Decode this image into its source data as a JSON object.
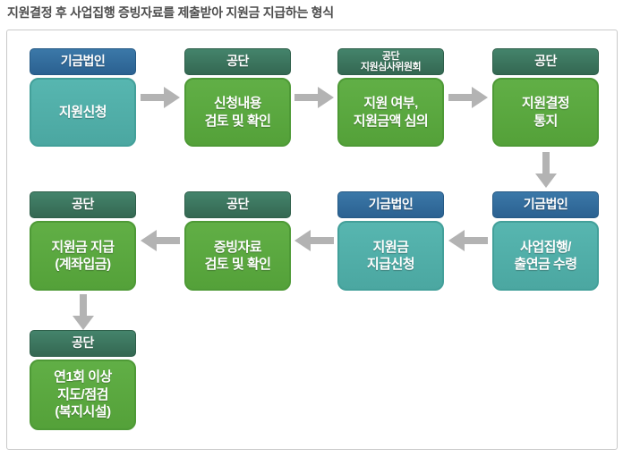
{
  "page": {
    "title": "지원결정 후 사업집행 증빙자료를 제출받아 지원금 지급하는 형식"
  },
  "colors": {
    "fund_header_blue": "#2e6896",
    "fund_body_teal": "#52b1ab",
    "corp_header_dark_green": "#3a7a61",
    "corp_body_green": "#5aa73f",
    "arrow_gray": "#b3b3b3",
    "panel_border": "#c9c9c9",
    "title_text": "#4d4d4d"
  },
  "flow": {
    "steps": [
      {
        "actor": "기금법인",
        "actor_type": "fund",
        "label": "지원신청"
      },
      {
        "actor": "공단",
        "actor_type": "corp",
        "label": "신청내용\n검토 및 확인"
      },
      {
        "actor": "공단\n지원심사위원회",
        "actor_type": "corp",
        "label": "지원 여부,\n지원금액 심의"
      },
      {
        "actor": "공단",
        "actor_type": "corp",
        "label": "지원결정\n통지"
      },
      {
        "actor": "기금법인",
        "actor_type": "fund",
        "label": "사업집행/\n출연금 수령"
      },
      {
        "actor": "기금법인",
        "actor_type": "fund",
        "label": "지원금\n지급신청"
      },
      {
        "actor": "공단",
        "actor_type": "corp",
        "label": "증빙자료\n검토 및 확인"
      },
      {
        "actor": "공단",
        "actor_type": "corp",
        "label": "지원금 지급\n(계좌입금)"
      },
      {
        "actor": "공단",
        "actor_type": "corp",
        "label": "연1회 이상\n지도/점검\n(복지시설)"
      }
    ],
    "connections": [
      {
        "from": 0,
        "to": 1,
        "direction": "right"
      },
      {
        "from": 1,
        "to": 2,
        "direction": "right"
      },
      {
        "from": 2,
        "to": 3,
        "direction": "right"
      },
      {
        "from": 3,
        "to": 4,
        "direction": "down"
      },
      {
        "from": 4,
        "to": 5,
        "direction": "left"
      },
      {
        "from": 5,
        "to": 6,
        "direction": "left"
      },
      {
        "from": 6,
        "to": 7,
        "direction": "left"
      },
      {
        "from": 7,
        "to": 8,
        "direction": "down"
      }
    ]
  }
}
